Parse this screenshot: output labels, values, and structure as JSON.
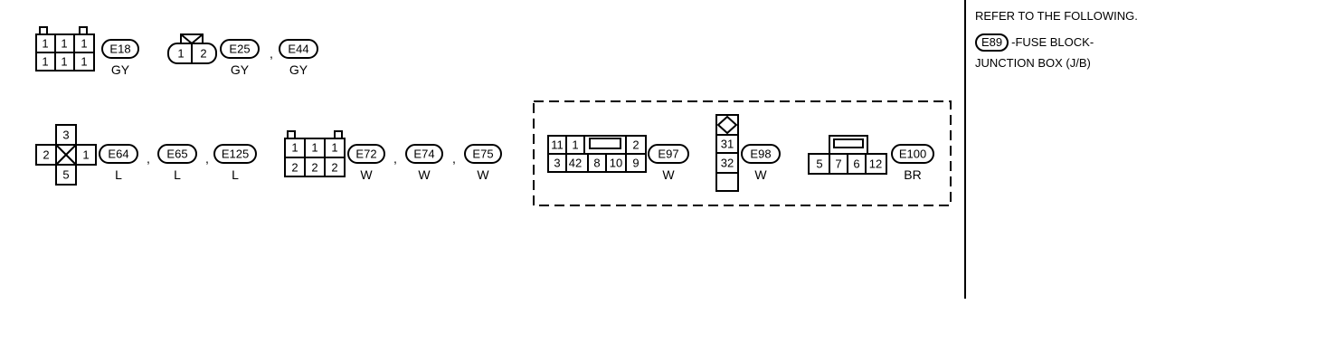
{
  "groups": [
    {
      "id": "g1",
      "cells": [
        "1",
        "1",
        "1",
        "1",
        "1",
        "1"
      ],
      "connectors": [
        {
          "tag": "E18",
          "color": "GY"
        }
      ]
    },
    {
      "id": "g2",
      "cells": [
        "1",
        "2"
      ],
      "connectors": [
        {
          "tag": "E25",
          "color": "GY"
        },
        {
          "tag": "E44",
          "color": "GY"
        }
      ]
    },
    {
      "id": "g3",
      "cells": [
        "3",
        "2",
        "1",
        "5"
      ],
      "connectors": [
        {
          "tag": "E64",
          "color": "L"
        },
        {
          "tag": "E65",
          "color": "L"
        },
        {
          "tag": "E125",
          "color": "L"
        }
      ]
    },
    {
      "id": "g4",
      "cells": [
        "1",
        "1",
        "1",
        "2",
        "2",
        "2"
      ],
      "connectors": [
        {
          "tag": "E72",
          "color": "W"
        },
        {
          "tag": "E74",
          "color": "W"
        },
        {
          "tag": "E75",
          "color": "W"
        }
      ]
    },
    {
      "id": "g5",
      "cells": [
        "11",
        "1",
        "2",
        "3",
        "42",
        "8",
        "10",
        "9"
      ],
      "connectors": [
        {
          "tag": "E97",
          "color": "W"
        }
      ]
    },
    {
      "id": "g6",
      "cells": [
        "31",
        "32"
      ],
      "connectors": [
        {
          "tag": "E98",
          "color": "W"
        }
      ]
    },
    {
      "id": "g7",
      "cells": [
        "5",
        "7",
        "6",
        "12"
      ],
      "connectors": [
        {
          "tag": "E100",
          "color": "BR"
        }
      ]
    }
  ],
  "separator": ",",
  "reference": {
    "title": "REFER TO THE FOLLOWING.",
    "tag": "E89",
    "line1": "-FUSE BLOCK-",
    "line2": "JUNCTION BOX (J/B)"
  },
  "colors": {
    "ink": "#000000",
    "background": "#ffffff"
  }
}
